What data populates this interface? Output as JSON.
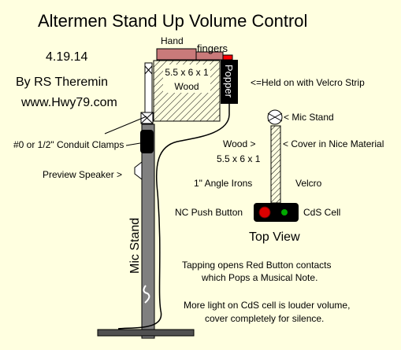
{
  "title": "Altermen Stand Up Volume Control",
  "date": "4.19.14",
  "author": "By RS Theremin",
  "website": "www.Hwy79.com",
  "labels": {
    "hand": "Hand",
    "fingers": "fingers",
    "box_dims": "5.5 x 6 x 1",
    "box_material": "Wood",
    "popper": "Popper",
    "velcro_note": "<=Held on with Velcro Strip",
    "mic_stand_short": "< Mic Stand",
    "wood": "Wood >",
    "cover": "< Cover in Nice Material",
    "dims": "5.5 x 6 x 1",
    "angle_irons": "1\" Angle Irons",
    "velcro": "Velcro",
    "conduit_clamps": "#0 or 1/2\" Conduit Clamps",
    "preview_speaker": "Preview Speaker >",
    "nc_push_button": "NC Push Button",
    "cds_cell": "CdS Cell",
    "top_view": "Top View",
    "mic_stand_vertical": "Mic Stand"
  },
  "notes": {
    "tapping_1": "Tapping opens Red Button contacts",
    "tapping_2": "which Pops a Musical Note.",
    "light_1": "More light on CdS cell is louder volume,",
    "light_2": "cover completely for silence."
  },
  "colors": {
    "background": "#ffffe0",
    "hand": "#c97a7a",
    "stand": "#808080",
    "button_red": "#dd0000",
    "cds_green": "#00aa00",
    "black": "#000000",
    "popper_wire": "#ff0000"
  }
}
